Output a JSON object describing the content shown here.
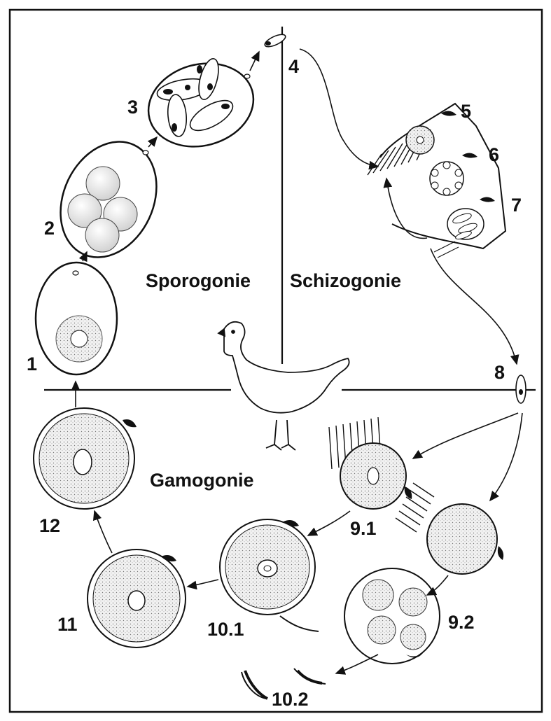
{
  "phases": {
    "sporogonie": "Sporogonie",
    "schizogonie": "Schizogonie",
    "gamogonie": "Gamogonie"
  },
  "stages": {
    "s1": "1",
    "s2": "2",
    "s3": "3",
    "s4": "4",
    "s5": "5",
    "s6": "6",
    "s7": "7",
    "s8": "8",
    "s9_1": "9.1",
    "s9_2": "9.2",
    "s10_1": "10.1",
    "s10_2": "10.2",
    "s11": "11",
    "s12": "12"
  },
  "colors": {
    "ink": "#111111",
    "stipple": "#d9d9d9",
    "background": "#ffffff"
  }
}
